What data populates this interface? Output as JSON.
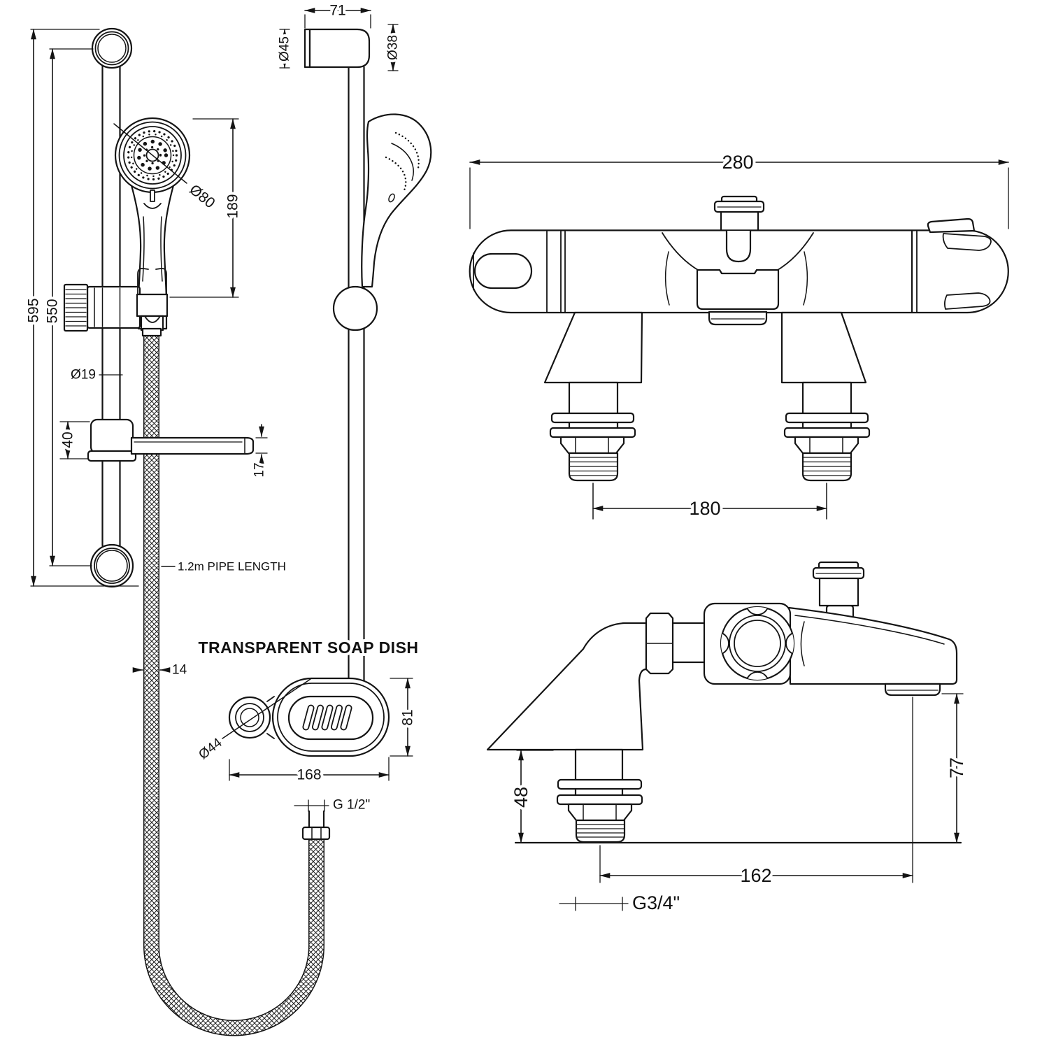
{
  "drawing": {
    "slide_rail_front": {
      "overall_height": "595",
      "bracket_centres": "550",
      "handset_length": "189",
      "head_diameter": "Ø80",
      "rail_diameter": "Ø19",
      "slider_height": "40",
      "arm_thickness": "17",
      "hose_diameter": "14",
      "pipe_length_note": "1.2m PIPE LENGTH",
      "hose_connection": "G 1/2\""
    },
    "slide_rail_side": {
      "bracket_projection": "71",
      "bracket_diameter": "Ø45",
      "rail_end_diameter": "Ø38"
    },
    "soap_dish": {
      "title": "TRANSPARENT SOAP DISH",
      "ring_diameter": "Ø44",
      "length": "168",
      "width": "81"
    },
    "mixer_front": {
      "body_width": "280",
      "inlet_centres": "180"
    },
    "mixer_side": {
      "base_height": "48",
      "spout_clearance": "77",
      "spout_reach": "162",
      "inlet_thread": "G3/4\""
    }
  }
}
